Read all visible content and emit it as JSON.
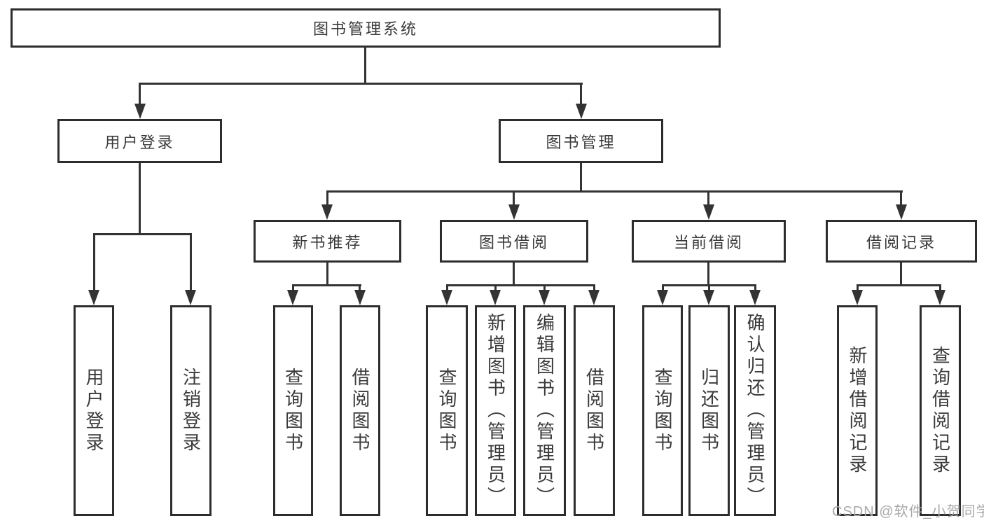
{
  "tree": {
    "label": "图书管理系统",
    "children": [
      {
        "label": "用户登录",
        "children": [
          {
            "label": "用户登录"
          },
          {
            "label": "注销登录"
          }
        ]
      },
      {
        "label": "图书管理",
        "children": [
          {
            "label": "新书推荐",
            "children": [
              {
                "label": "查询图书"
              },
              {
                "label": "借阅图书"
              }
            ]
          },
          {
            "label": "图书借阅",
            "children": [
              {
                "label": "查询图书"
              },
              {
                "label": "新增图书（管理员）"
              },
              {
                "label": "编辑图书（管理员）"
              },
              {
                "label": "借阅图书"
              }
            ]
          },
          {
            "label": "当前借阅",
            "children": [
              {
                "label": "查询图书"
              },
              {
                "label": "归还图书"
              },
              {
                "label": "确认归还（管理员）"
              }
            ]
          },
          {
            "label": "借阅记录",
            "children": [
              {
                "label": "新增借阅记录"
              },
              {
                "label": "查询借阅记录"
              }
            ]
          }
        ]
      }
    ]
  },
  "watermark": {
    "text": "CSDN @软件_小贺同学"
  },
  "colors": {
    "line": "#333333",
    "border": "#2d2d2d",
    "text": "#3a3a3a",
    "background": "#ffffff",
    "watermark": "#a9a9a9"
  }
}
